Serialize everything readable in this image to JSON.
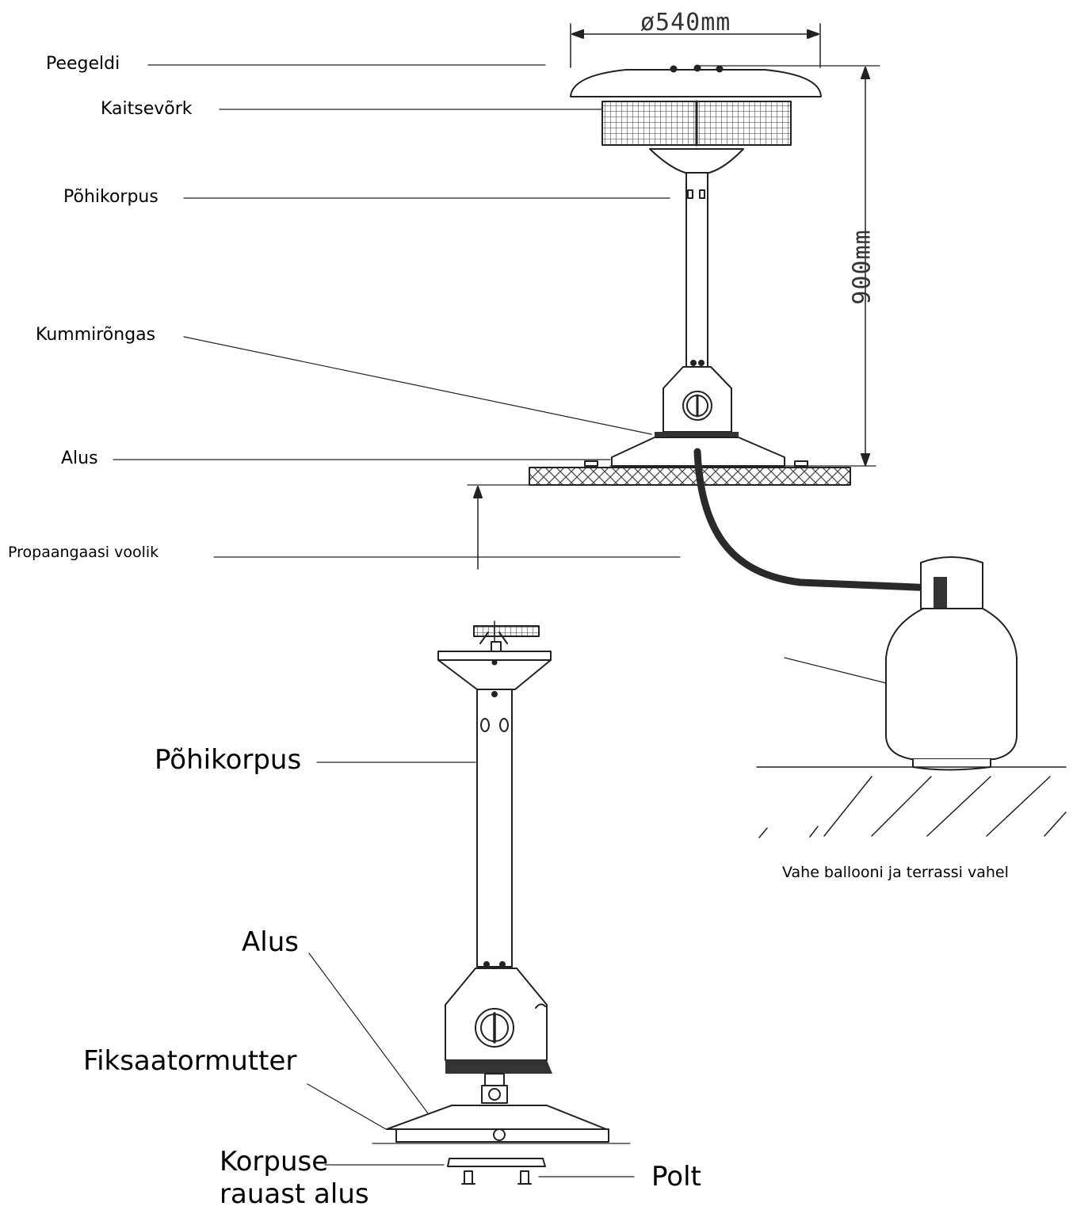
{
  "dimensions": {
    "diameter": "ø540mm",
    "height": "900mm"
  },
  "top_labels": {
    "reflector": "Peegeldi",
    "guard": "Kaitsevõrk",
    "main_body": "Põhikorpus",
    "rubber_ring": "Kummirõngas",
    "base": "Alus",
    "hose": "Propaangaasi voolik"
  },
  "gas_note": "Vahe ballooni ja terrassi vahel",
  "bottom_labels": {
    "main_body": "Põhikorpus",
    "base": "Alus",
    "lock_nut": "Fiksaatormutter",
    "iron_base_line1": "Korpuse",
    "iron_base_line2": "rauast alus",
    "bolt": "Polt"
  },
  "colors": {
    "line": "#222222",
    "dark": "#333333"
  }
}
